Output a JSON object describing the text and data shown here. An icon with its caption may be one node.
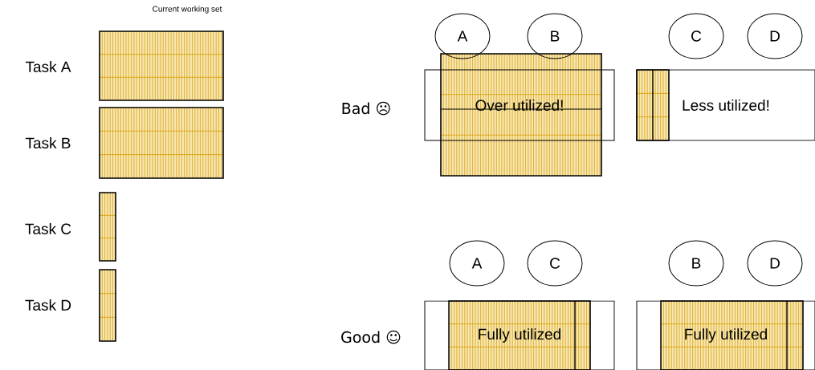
{
  "diagram": {
    "nodes": [
      {
        "text": [
          "A"
        ]
      },
      {
        "text": [
          "B"
        ]
      },
      {
        "text": [
          "C"
        ]
      },
      {
        "text": [
          "D"
        ]
      },
      {
        "text": [
          "Over utilized!"
        ]
      },
      {
        "text": [
          "Less utilized!"
        ]
      },
      {
        "text": [
          "A"
        ]
      },
      {
        "text": [
          "C"
        ]
      },
      {
        "text": [
          "B"
        ]
      },
      {
        "text": [
          "D"
        ]
      },
      {
        "text": [
          "Fully utilized"
        ]
      },
      {
        "text": [
          "Fully utilized"
        ]
      }
    ],
    "edges": [],
    "labels": [
      "Current working set",
      "Task A",
      "Task B",
      "Bad ☹",
      "Task C",
      "Task D",
      "Good ☺"
    ]
  }
}
